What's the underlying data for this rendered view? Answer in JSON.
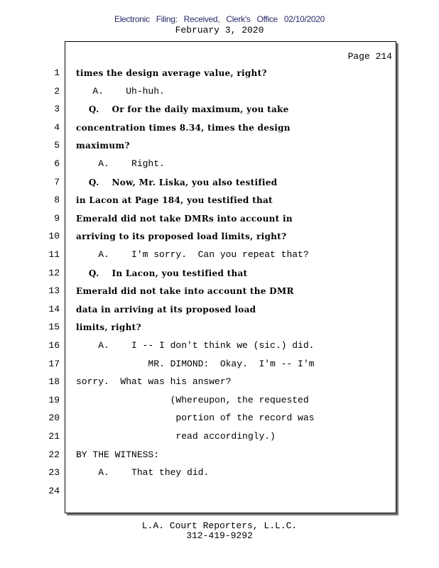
{
  "header": {
    "filing_stamp": "Electronic Filing: Received, Clerk's Office 02/10/2020",
    "date": "February 3, 2020"
  },
  "page_label": "Page 214",
  "lines": [
    {
      "n": "1",
      "text": "times the design average value, right?",
      "bold": true
    },
    {
      "n": "2",
      "text": "   A.    Uh-huh.",
      "bold": false
    },
    {
      "n": "3",
      "text": "    Q.    Or for the daily maximum, you take",
      "bold": true
    },
    {
      "n": "4",
      "text": "concentration times 8.34, times the design",
      "bold": true
    },
    {
      "n": "5",
      "text": "maximum?",
      "bold": true
    },
    {
      "n": "6",
      "text": "    A.    Right.",
      "bold": false
    },
    {
      "n": "7",
      "text": "    Q.    Now, Mr. Liska, you also testified",
      "bold": true
    },
    {
      "n": "8",
      "text": "in Lacon at Page 184, you testified that",
      "bold": true
    },
    {
      "n": "9",
      "text": "Emerald did not take DMRs into account in",
      "bold": true
    },
    {
      "n": "10",
      "text": "arriving to its proposed load limits, right?",
      "bold": true
    },
    {
      "n": "11",
      "text": "    A.    I'm sorry.  Can you repeat that?",
      "bold": false
    },
    {
      "n": "12",
      "text": "    Q.    In Lacon, you testified that",
      "bold": true
    },
    {
      "n": "13",
      "text": "Emerald did not take into account the DMR",
      "bold": true
    },
    {
      "n": "14",
      "text": "data in arriving at its proposed load",
      "bold": true
    },
    {
      "n": "15",
      "text": "limits, right?",
      "bold": true
    },
    {
      "n": "16",
      "text": "    A.    I -- I don't think we (sic.) did.",
      "bold": false
    },
    {
      "n": "17",
      "text": "             MR. DIMOND:  Okay.  I'm -- I'm",
      "bold": false
    },
    {
      "n": "18",
      "text": "sorry.  What was his answer?",
      "bold": false
    },
    {
      "n": "19",
      "text": "                 (Whereupon, the requested",
      "bold": false
    },
    {
      "n": "20",
      "text": "                  portion of the record was",
      "bold": false
    },
    {
      "n": "21",
      "text": "                  read accordingly.)",
      "bold": false
    },
    {
      "n": "22",
      "text": "BY THE WITNESS:",
      "bold": false
    },
    {
      "n": "23",
      "text": "    A.    That they did.",
      "bold": false
    },
    {
      "n": "24",
      "text": "",
      "bold": false
    }
  ],
  "footer": {
    "company": "L.A. Court Reporters, L.L.C.",
    "phone": "312-419-9292"
  }
}
